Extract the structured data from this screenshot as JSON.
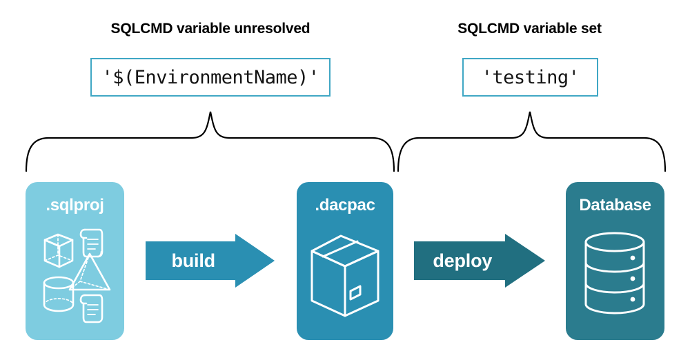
{
  "diagram": {
    "background_color": "#ffffff",
    "sections": [
      {
        "heading": "SQLCMD variable unresolved",
        "value": "'$(EnvironmentName)'"
      },
      {
        "heading": "SQLCMD variable set",
        "value": "'testing'"
      }
    ],
    "stages": [
      {
        "title": ".sqlproj",
        "color": "#7ECCE0",
        "icons": [
          "cube-icon",
          "scroll-icon",
          "pyramid-icon",
          "cylinder-icon",
          "scroll-icon"
        ]
      },
      {
        "title": ".dacpac",
        "color": "#2A8FB2",
        "icons": [
          "package-box-icon"
        ]
      },
      {
        "title": "Database",
        "color": "#2B7C8E",
        "icons": [
          "database-cylinder-icon"
        ]
      }
    ],
    "arrows": [
      {
        "label": "build",
        "color": "#2A8FB2"
      },
      {
        "label": "deploy",
        "color": "#216F80"
      }
    ],
    "brace_color": "#000000",
    "code_box_border_color": "#3FA7C4"
  }
}
